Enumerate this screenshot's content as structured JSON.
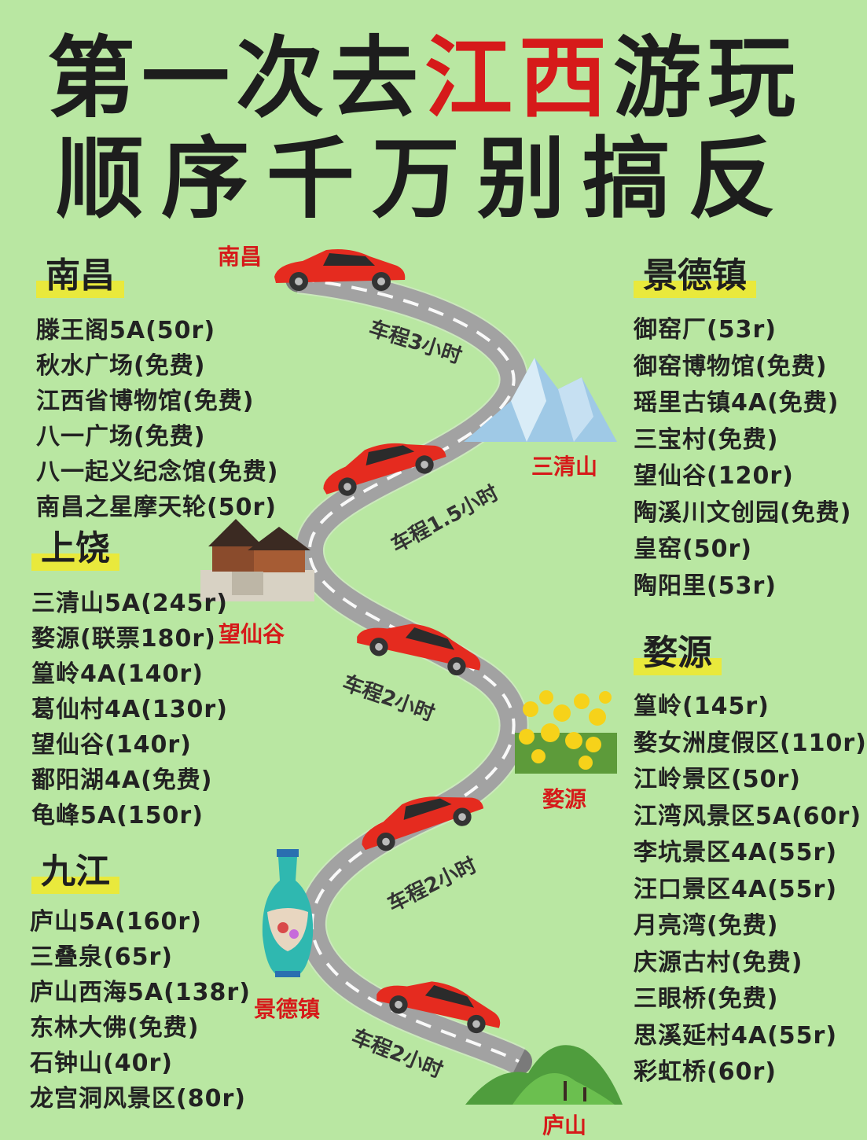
{
  "title": {
    "line1_pre": "第一次去",
    "line1_hl": "江西",
    "line1_post": "游玩",
    "line2": "顺序千万别搞反"
  },
  "colors": {
    "background": "#b9e7a2",
    "accent": "#d61a1a",
    "highlight": "#e9e93c",
    "road": "#7a7a7a"
  },
  "sections": {
    "nanchang": {
      "name": "南昌",
      "items": [
        "滕王阁5A(50r)",
        "秋水广场(免费)",
        "江西省博物馆(免费)",
        "八一广场(免费)",
        "八一起义纪念馆(免费)",
        "南昌之星摩天轮(50r)"
      ]
    },
    "shangrao": {
      "name": "上饶",
      "items": [
        "三清山5A(245r)",
        "婺源(联票180r)",
        "篁岭4A(140r)",
        "葛仙村4A(130r)",
        "望仙谷(140r)",
        "鄱阳湖4A(免费)",
        "龟峰5A(150r)"
      ]
    },
    "jiujiang": {
      "name": "九江",
      "items": [
        "庐山5A(160r)",
        "三叠泉(65r)",
        "庐山西海5A(138r)",
        "东林大佛(免费)",
        "石钟山(40r)",
        "龙宫洞风景区(80r)"
      ]
    },
    "jingdezhen": {
      "name": "景德镇",
      "items": [
        "御窑厂(53r)",
        "御窑博物馆(免费)",
        "瑶里古镇4A(免费)",
        "三宝村(免费)",
        "望仙谷(120r)",
        "陶溪川文创园(免费)",
        "皇窑(50r)",
        "陶阳里(53r)"
      ]
    },
    "wuyuan": {
      "name": "婺源",
      "items": [
        "篁岭(145r)",
        "婺女洲度假区(110r)",
        "江岭景区(50r)",
        "江湾风景区5A(60r)",
        "李坑景区4A(55r)",
        "汪口景区4A(55r)",
        "月亮湾(免费)",
        "庆源古村(免费)",
        "三眼桥(免费)",
        "思溪延村4A(55r)",
        "彩虹桥(60r)"
      ]
    }
  },
  "route": {
    "stops": [
      "南昌",
      "三清山",
      "望仙谷",
      "婺源",
      "景德镇",
      "庐山"
    ],
    "drives": [
      "车程3小时",
      "车程1.5小时",
      "车程2小时",
      "车程2小时",
      "车程2小时"
    ]
  },
  "icons": [
    "red-car-icon",
    "mountain-icon",
    "wooden-house-icon",
    "rapeseed-flower-icon",
    "porcelain-vase-icon",
    "green-hill-icon"
  ]
}
